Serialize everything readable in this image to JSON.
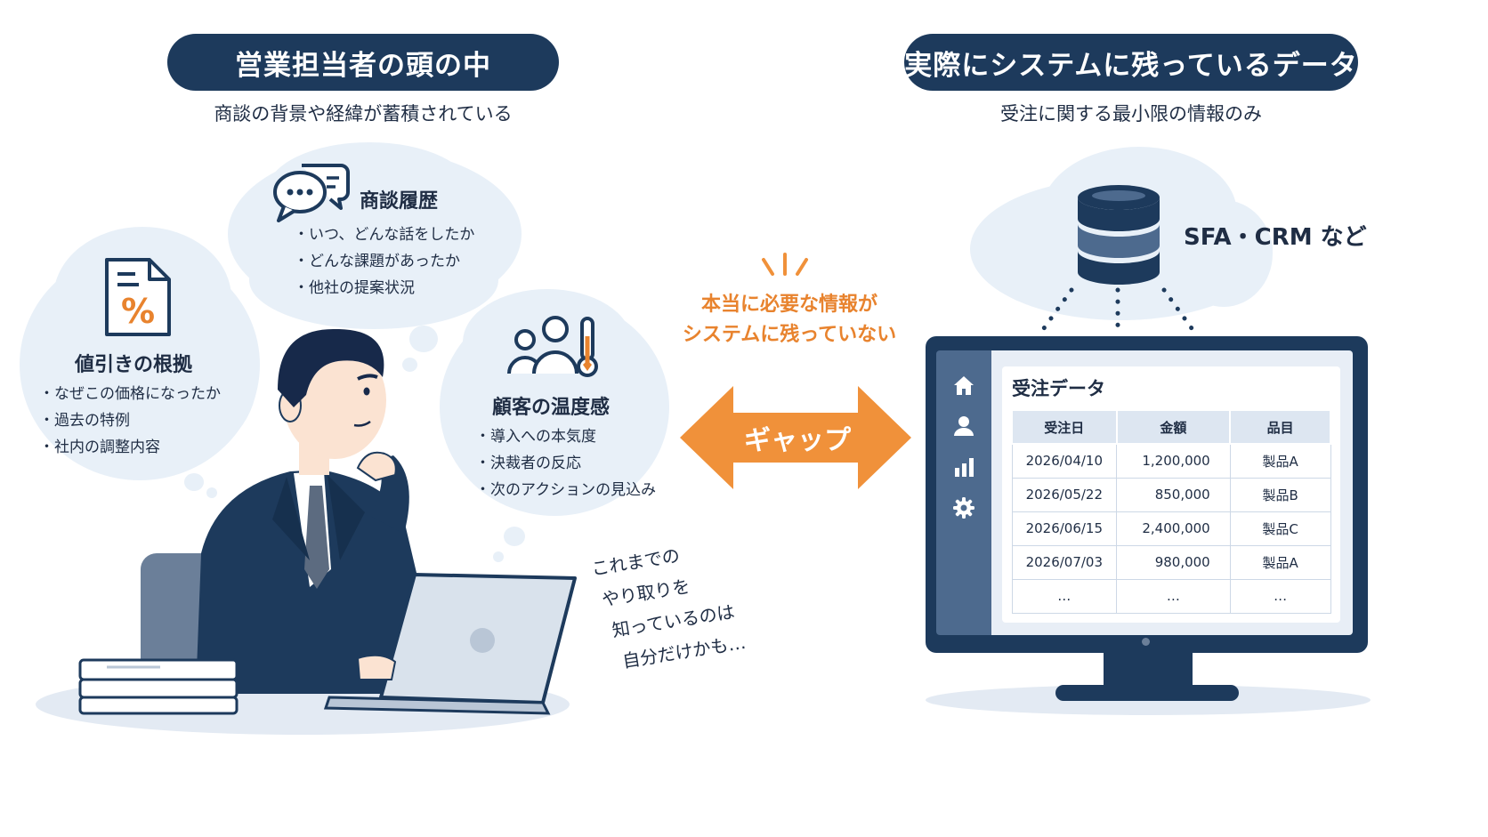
{
  "left": {
    "heading": "営業担当者の頭の中",
    "subtitle": "商談の背景や経緯が蓄積されている",
    "boxes": [
      {
        "title": "値引きの根拠",
        "items": [
          "なぜこの価格になったか",
          "過去の特例",
          "社内の調整内容"
        ],
        "icon": "document-percent-icon"
      },
      {
        "title": "商談履歴",
        "items": [
          "いつ、どんな話をしたか",
          "どんな課題があったか",
          "他社の提案状況"
        ],
        "icon": "chat-bubbles-icon"
      },
      {
        "title": "顧客の温度感",
        "items": [
          "導入への本気度",
          "決裁者の反応",
          "次のアクションの見込み"
        ],
        "icon": "people-thermometer-icon"
      }
    ],
    "monologue": [
      "これまでの",
      "やり取りを",
      "知っているのは",
      "自分だけかも…"
    ]
  },
  "center": {
    "warning": [
      "本当に必要な情報が",
      "システムに残っていない"
    ],
    "gap_label": "ギャップ",
    "accent_color": "#f0913a"
  },
  "right": {
    "heading": "実際にシステムに残っているデータ",
    "subtitle": "受注に関する最小限の情報のみ",
    "db_label": "SFA・CRM など",
    "screen_title": "受注データ",
    "table": {
      "headers": [
        "受注日",
        "金額",
        "品目"
      ],
      "rows": [
        [
          "2026/04/10",
          "1,200,000",
          "製品A"
        ],
        [
          "2026/05/22",
          "850,000",
          "製品B"
        ],
        [
          "2026/06/15",
          "2,400,000",
          "製品C"
        ],
        [
          "2026/07/03",
          "980,000",
          "製品A"
        ],
        [
          "…",
          "…",
          "…"
        ]
      ]
    },
    "sidebar_icons": [
      "home-icon",
      "user-icon",
      "bar-chart-icon",
      "gear-icon"
    ]
  },
  "colors": {
    "navy": "#1d3a5c",
    "orange": "#f0913a",
    "cloud": "#e8f0f8"
  }
}
